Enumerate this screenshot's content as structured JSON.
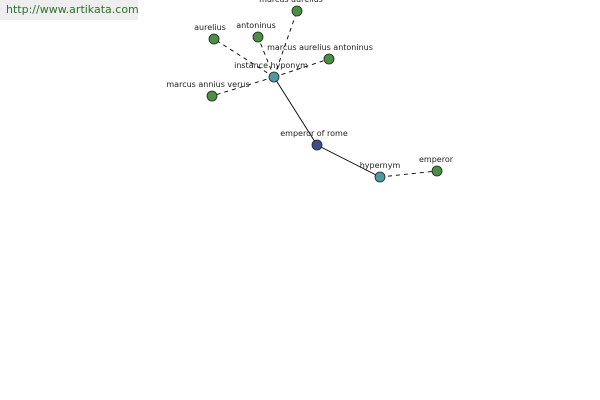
{
  "watermark": {
    "text": "http://www.artikata.com"
  },
  "graph": {
    "colors": {
      "root": "#3b4f8f",
      "relation": "#4f9aa0",
      "term": "#4b8f45"
    },
    "nodes": [
      {
        "id": "emperor-of-rome",
        "label": "emperor of rome",
        "kind": "root"
      },
      {
        "id": "instance-hyponym",
        "label": "instance hyponym",
        "kind": "relation"
      },
      {
        "id": "hypernym",
        "label": "hypernym",
        "kind": "relation"
      },
      {
        "id": "marcus-aurelius",
        "label": "marcus aurelius",
        "kind": "term"
      },
      {
        "id": "aurelius",
        "label": "aurelius",
        "kind": "term"
      },
      {
        "id": "antoninus",
        "label": "antoninus",
        "kind": "term"
      },
      {
        "id": "marcus-aurelius-antoninus",
        "label": "marcus aurelius antoninus",
        "kind": "term"
      },
      {
        "id": "marcus-annius-verus",
        "label": "marcus annius verus",
        "kind": "term"
      },
      {
        "id": "emperor",
        "label": "emperor",
        "kind": "term"
      }
    ],
    "edges": [
      {
        "from": "emperor-of-rome",
        "to": "instance-hyponym",
        "style": "solid"
      },
      {
        "from": "emperor-of-rome",
        "to": "hypernym",
        "style": "solid"
      },
      {
        "from": "instance-hyponym",
        "to": "marcus-aurelius",
        "style": "dashed"
      },
      {
        "from": "instance-hyponym",
        "to": "aurelius",
        "style": "dashed"
      },
      {
        "from": "instance-hyponym",
        "to": "antoninus",
        "style": "dashed"
      },
      {
        "from": "instance-hyponym",
        "to": "marcus-aurelius-antoninus",
        "style": "dashed"
      },
      {
        "from": "instance-hyponym",
        "to": "marcus-annius-verus",
        "style": "dashed"
      },
      {
        "from": "hypernym",
        "to": "emperor",
        "style": "dashed"
      }
    ]
  }
}
